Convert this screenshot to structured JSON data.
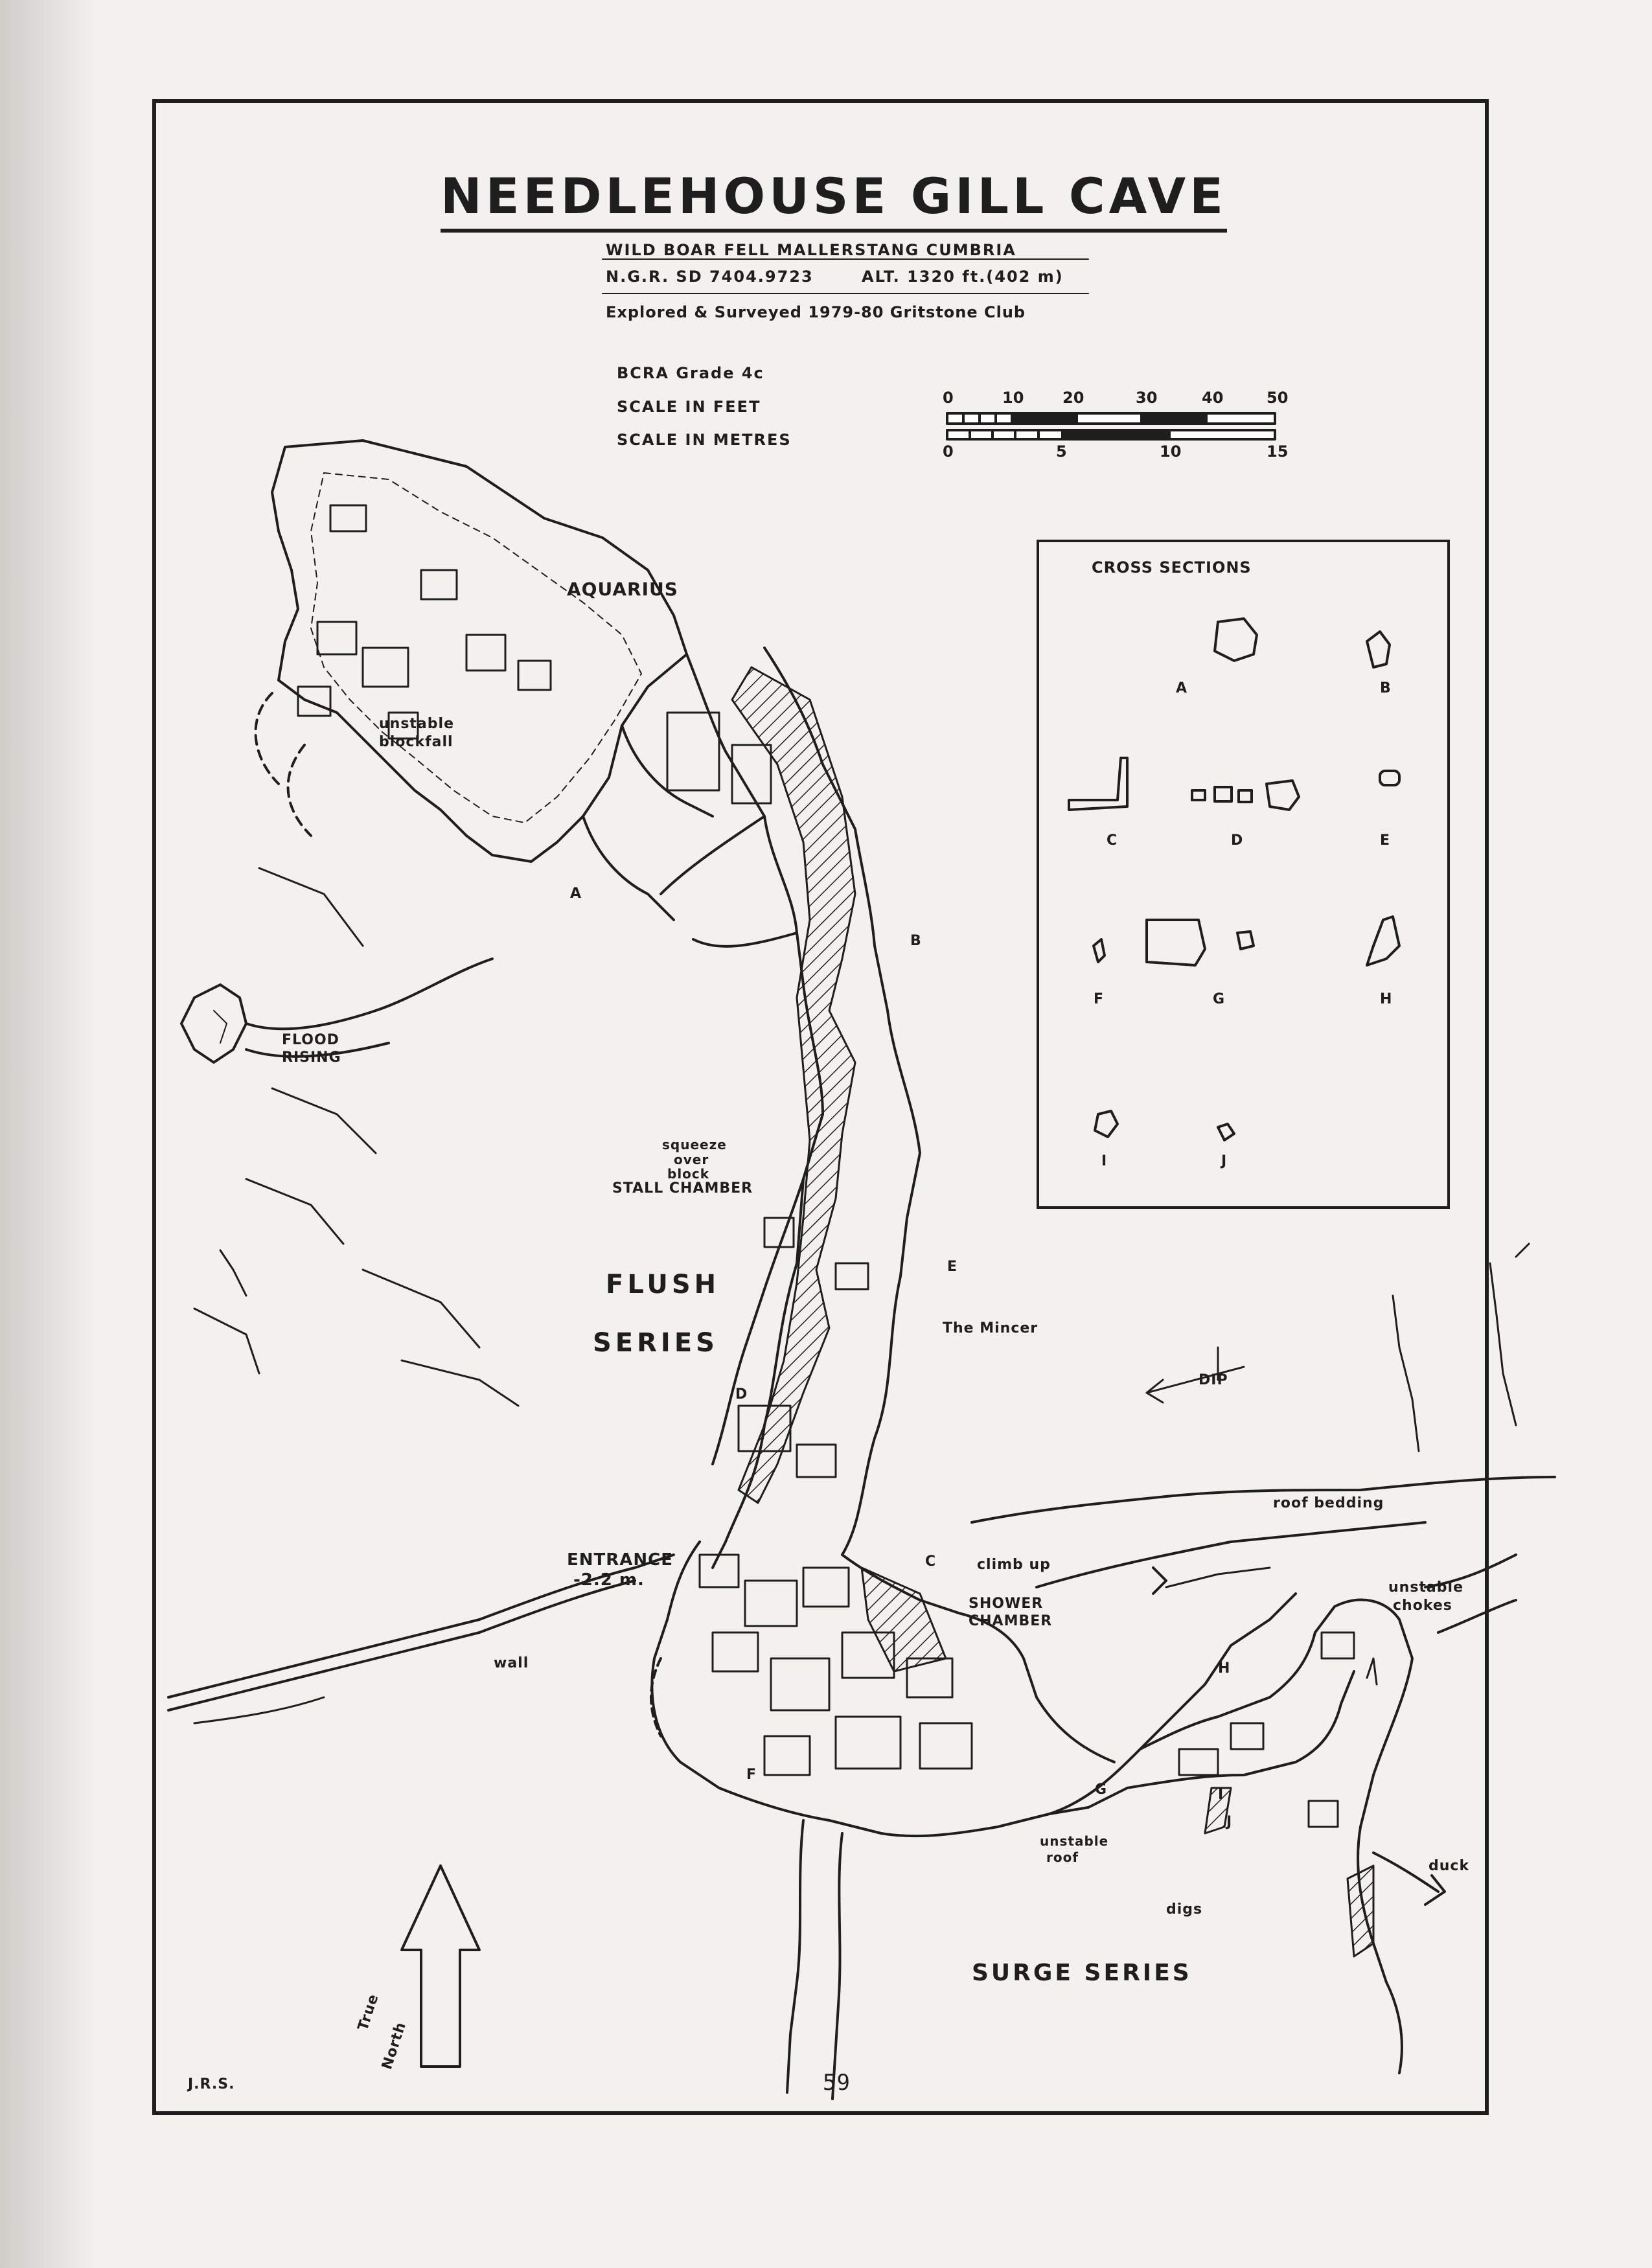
{
  "map": {
    "title": "NEEDLEHOUSE GILL CAVE",
    "location": "WILD BOAR FELL  MALLERSTANG  CUMBRIA",
    "ngr": "N.G.R. SD 7404.9723",
    "altitude": "ALT. 1320 ft.(402 m)",
    "explored": "Explored & Surveyed 1979-80 Gritstone Club",
    "bcra_grade": "BCRA  Grade  4c",
    "scale_feet_label": "SCALE  IN  FEET",
    "scale_metres_label": "SCALE  IN  METRES",
    "scale_feet_ticks": [
      "0",
      "10",
      "20",
      "30",
      "40",
      "50"
    ],
    "scale_metres_ticks": [
      "0",
      "5",
      "10",
      "15"
    ],
    "north_label_1": "True",
    "north_label_2": "North",
    "author": "J.R.S.",
    "page_number": "59"
  },
  "cross_sections": {
    "heading": "CROSS SECTIONS",
    "labels": [
      "A",
      "B",
      "C",
      "D",
      "E",
      "F",
      "G",
      "H",
      "I",
      "J"
    ]
  },
  "labels": {
    "aquarius": "AQUARIUS",
    "unstable_blockfall_1": "unstable",
    "unstable_blockfall_2": "blockfall",
    "flood_rising_1": "FLOOD",
    "flood_rising_2": "RISING",
    "squeeze_1": "squeeze",
    "squeeze_2": "over",
    "squeeze_3": "block",
    "stall_chamber": "STALL CHAMBER",
    "flush": "FLUSH",
    "series": "SERIES",
    "the_mincer": "The Mincer",
    "dip": "DIP",
    "entrance": "ENTRANCE",
    "entrance_depth": "-2.2 m.",
    "climb_up": "climb up",
    "shower_1": "SHOWER",
    "shower_2": "CHAMBER",
    "wall": "wall",
    "roof_bedding": "roof bedding",
    "unstable_chokes_1": "unstable",
    "unstable_chokes_2": "chokes",
    "unstable_roof_1": "unstable",
    "unstable_roof_2": "roof",
    "duck": "duck",
    "digs": "digs",
    "surge_series": "SURGE  SERIES",
    "pt_A": "A",
    "pt_B": "B",
    "pt_C": "C",
    "pt_D": "D",
    "pt_E": "E",
    "pt_F": "F",
    "pt_G": "G",
    "pt_H": "H",
    "pt_I": "I",
    "pt_J": "J"
  },
  "colors": {
    "ink": "#1e1e1e",
    "paper": "#f2f1ee"
  }
}
